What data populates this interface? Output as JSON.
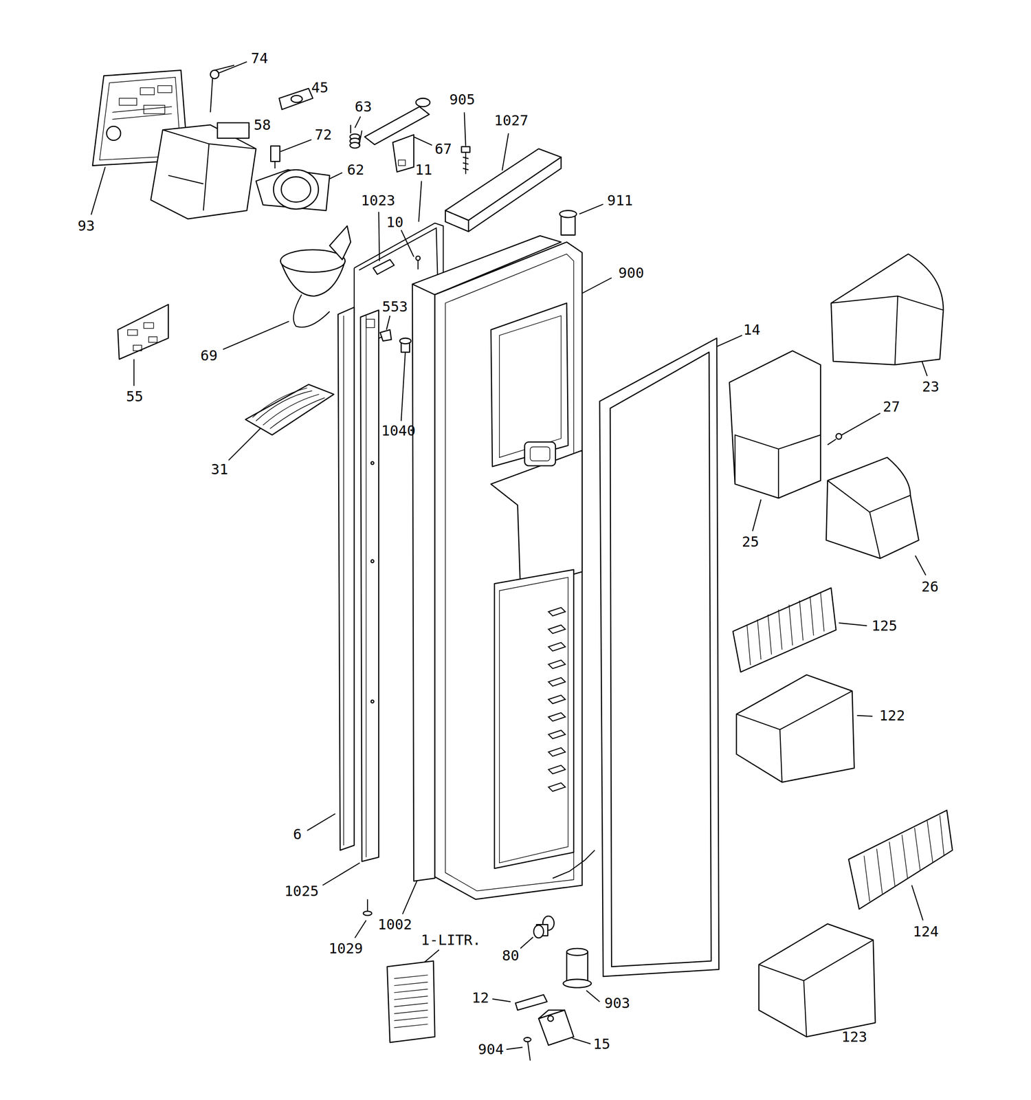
{
  "diagram": {
    "labels": [
      "74",
      "45",
      "63",
      "905",
      "1027",
      "58",
      "72",
      "67",
      "93",
      "62",
      "11",
      "1023",
      "10",
      "911",
      "900",
      "553",
      "14",
      "69",
      "55",
      "1040",
      "23",
      "27",
      "31",
      "25",
      "26",
      "125",
      "122",
      "6",
      "1025",
      "1029",
      "1002",
      "1-LITR.",
      "80",
      "124",
      "12",
      "903",
      "123",
      "904",
      "15"
    ]
  }
}
